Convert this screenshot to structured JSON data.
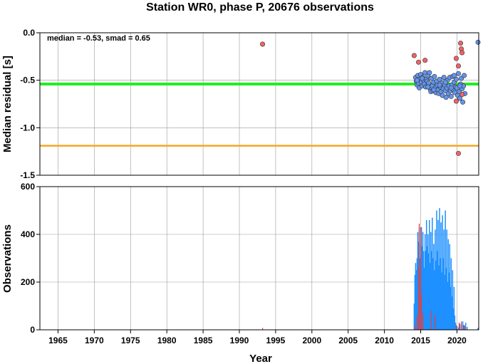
{
  "chart_data": {
    "type": "scatter+bar",
    "title": "Station WR0, phase P, 20676 observations",
    "xlabel": "Year",
    "xlim": [
      1962.5,
      2023
    ],
    "xticks": [
      1965,
      1970,
      1975,
      1980,
      1985,
      1990,
      1995,
      2000,
      2005,
      2010,
      2015,
      2020
    ],
    "colors": {
      "blue": "#6495ed",
      "red": "#f06464",
      "median_line": "#22ee22",
      "ref_line": "#f5a623",
      "bar_blue": "#1e90ff",
      "bar_red": "#e04040"
    },
    "panels": [
      {
        "name": "residual",
        "type": "scatter",
        "ylabel": "Median residual [s]",
        "ylim": [
          -1.5,
          0.0
        ],
        "yticks": [
          0.0,
          -0.5,
          -1.0,
          -1.5
        ],
        "annotation": "median = -0.53, smad = 0.65",
        "hlines": [
          {
            "y": -0.54,
            "color": "#22ee22"
          },
          {
            "y": -1.19,
            "color": "#f5a623"
          }
        ],
        "series": [
          {
            "color": "blue",
            "points": [
              [
                2014.3,
                -0.47
              ],
              [
                2014.4,
                -0.51
              ],
              [
                2014.5,
                -0.55
              ],
              [
                2014.6,
                -0.45
              ],
              [
                2014.7,
                -0.53
              ],
              [
                2014.8,
                -0.58
              ],
              [
                2014.9,
                -0.49
              ],
              [
                2015.0,
                -0.44
              ],
              [
                2015.1,
                -0.52
              ],
              [
                2015.2,
                -0.56
              ],
              [
                2015.3,
                -0.47
              ],
              [
                2015.4,
                -0.5
              ],
              [
                2015.5,
                -0.54
              ],
              [
                2015.6,
                -0.42
              ],
              [
                2015.7,
                -0.57
              ],
              [
                2015.8,
                -0.49
              ],
              [
                2015.9,
                -0.51
              ],
              [
                2016.0,
                -0.45
              ],
              [
                2016.1,
                -0.53
              ],
              [
                2016.2,
                -0.42
              ],
              [
                2016.3,
                -0.59
              ],
              [
                2016.4,
                -0.62
              ],
              [
                2016.5,
                -0.48
              ],
              [
                2016.6,
                -0.56
              ],
              [
                2016.7,
                -0.61
              ],
              [
                2016.8,
                -0.52
              ],
              [
                2016.9,
                -0.46
              ],
              [
                2017.0,
                -0.58
              ],
              [
                2017.1,
                -0.63
              ],
              [
                2017.2,
                -0.51
              ],
              [
                2017.3,
                -0.55
              ],
              [
                2017.4,
                -0.6
              ],
              [
                2017.5,
                -0.64
              ],
              [
                2017.6,
                -0.49
              ],
              [
                2017.7,
                -0.57
              ],
              [
                2017.8,
                -0.62
              ],
              [
                2017.9,
                -0.53
              ],
              [
                2018.0,
                -0.66
              ],
              [
                2018.1,
                -0.59
              ],
              [
                2018.2,
                -0.47
              ],
              [
                2018.3,
                -0.55
              ],
              [
                2018.4,
                -0.61
              ],
              [
                2018.5,
                -0.68
              ],
              [
                2018.6,
                -0.58
              ],
              [
                2018.7,
                -0.5
              ],
              [
                2018.8,
                -0.64
              ],
              [
                2018.9,
                -0.56
              ],
              [
                2019.0,
                -0.47
              ],
              [
                2019.1,
                -0.61
              ],
              [
                2019.2,
                -0.67
              ],
              [
                2019.3,
                -0.55
              ],
              [
                2019.4,
                -0.46
              ],
              [
                2019.5,
                -0.6
              ],
              [
                2019.6,
                -0.52
              ],
              [
                2019.7,
                -0.63
              ],
              [
                2019.8,
                -0.57
              ],
              [
                2019.9,
                -0.49
              ],
              [
                2020.0,
                -0.58
              ],
              [
                2020.1,
                -0.66
              ],
              [
                2020.2,
                -0.43
              ],
              [
                2020.3,
                -0.62
              ],
              [
                2020.4,
                -0.69
              ],
              [
                2020.5,
                -0.54
              ],
              [
                2020.6,
                -0.48
              ],
              [
                2020.7,
                -0.59
              ],
              [
                2020.8,
                -0.73
              ],
              [
                2020.9,
                -0.56
              ],
              [
                2021.0,
                -0.45
              ],
              [
                2021.1,
                -0.64
              ],
              [
                2022.9,
                -0.1
              ],
              [
                2014.5,
                -0.5
              ],
              [
                2015.2,
                -0.48
              ],
              [
                2016.0,
                -0.57
              ],
              [
                2016.8,
                -0.6
              ],
              [
                2017.6,
                -0.55
              ],
              [
                2018.4,
                -0.52
              ],
              [
                2019.2,
                -0.58
              ],
              [
                2019.6,
                -0.45
              ],
              [
                2020.4,
                -0.56
              ]
            ]
          },
          {
            "color": "red",
            "points": [
              [
                1993.2,
                -0.12
              ],
              [
                2014.1,
                -0.24
              ],
              [
                2014.7,
                -0.31
              ],
              [
                2015.6,
                -0.29
              ],
              [
                2019.9,
                -0.27
              ],
              [
                2020.2,
                -0.35
              ],
              [
                2020.5,
                -0.11
              ],
              [
                2020.6,
                -0.17
              ],
              [
                2020.7,
                -0.21
              ],
              [
                2019.9,
                -0.72
              ],
              [
                2020.2,
                -1.27
              ],
              [
                2020.7,
                -0.65
              ]
            ]
          }
        ]
      },
      {
        "name": "observations",
        "type": "bar",
        "ylabel": "Observations",
        "ylim": [
          0,
          600
        ],
        "yticks": [
          0,
          200,
          400,
          600
        ],
        "blue_bars": [
          [
            2014.1,
            110
          ],
          [
            2014.2,
            230
          ],
          [
            2014.3,
            280
          ],
          [
            2014.4,
            250
          ],
          [
            2014.5,
            300
          ],
          [
            2014.6,
            410
          ],
          [
            2014.7,
            370
          ],
          [
            2014.8,
            430
          ],
          [
            2014.9,
            300
          ],
          [
            2015.0,
            360
          ],
          [
            2015.1,
            430
          ],
          [
            2015.2,
            350
          ],
          [
            2015.3,
            410
          ],
          [
            2015.4,
            330
          ],
          [
            2015.5,
            260
          ],
          [
            2015.6,
            400
          ],
          [
            2015.7,
            330
          ],
          [
            2015.8,
            460
          ],
          [
            2015.9,
            350
          ],
          [
            2016.0,
            400
          ],
          [
            2016.1,
            320
          ],
          [
            2016.2,
            460
          ],
          [
            2016.3,
            280
          ],
          [
            2016.4,
            410
          ],
          [
            2016.5,
            330
          ],
          [
            2016.6,
            470
          ],
          [
            2016.7,
            300
          ],
          [
            2016.8,
            360
          ],
          [
            2016.9,
            250
          ],
          [
            2017.0,
            420
          ],
          [
            2017.1,
            290
          ],
          [
            2017.2,
            500
          ],
          [
            2017.3,
            330
          ],
          [
            2017.4,
            460
          ],
          [
            2017.5,
            270
          ],
          [
            2017.6,
            510
          ],
          [
            2017.7,
            300
          ],
          [
            2017.8,
            450
          ],
          [
            2017.9,
            240
          ],
          [
            2018.0,
            480
          ],
          [
            2018.1,
            300
          ],
          [
            2018.2,
            420
          ],
          [
            2018.3,
            230
          ],
          [
            2018.4,
            500
          ],
          [
            2018.5,
            260
          ],
          [
            2018.6,
            420
          ],
          [
            2018.7,
            200
          ],
          [
            2018.8,
            380
          ],
          [
            2018.9,
            240
          ],
          [
            2019.0,
            360
          ],
          [
            2019.1,
            180
          ],
          [
            2019.2,
            300
          ],
          [
            2019.3,
            140
          ],
          [
            2019.4,
            250
          ],
          [
            2019.5,
            90
          ],
          [
            2019.6,
            180
          ],
          [
            2019.7,
            60
          ],
          [
            2019.8,
            30
          ],
          [
            2020.0,
            15
          ],
          [
            2020.2,
            10
          ],
          [
            2020.4,
            25
          ],
          [
            2020.6,
            20
          ],
          [
            2020.8,
            35
          ],
          [
            2021.0,
            20
          ],
          [
            2021.2,
            30
          ],
          [
            2021.4,
            12
          ],
          [
            2022.9,
            8
          ]
        ],
        "red_bars": [
          [
            1993.2,
            8
          ],
          [
            2014.2,
            20
          ],
          [
            2014.5,
            60
          ],
          [
            2014.7,
            260
          ],
          [
            2014.8,
            445
          ],
          [
            2015.0,
            430
          ],
          [
            2015.1,
            150
          ],
          [
            2015.3,
            70
          ],
          [
            2016.4,
            80
          ],
          [
            2017.0,
            60
          ],
          [
            2019.9,
            20
          ],
          [
            2020.3,
            30
          ],
          [
            2020.6,
            35
          ],
          [
            2020.9,
            20
          ],
          [
            2021.1,
            15
          ]
        ]
      }
    ]
  }
}
